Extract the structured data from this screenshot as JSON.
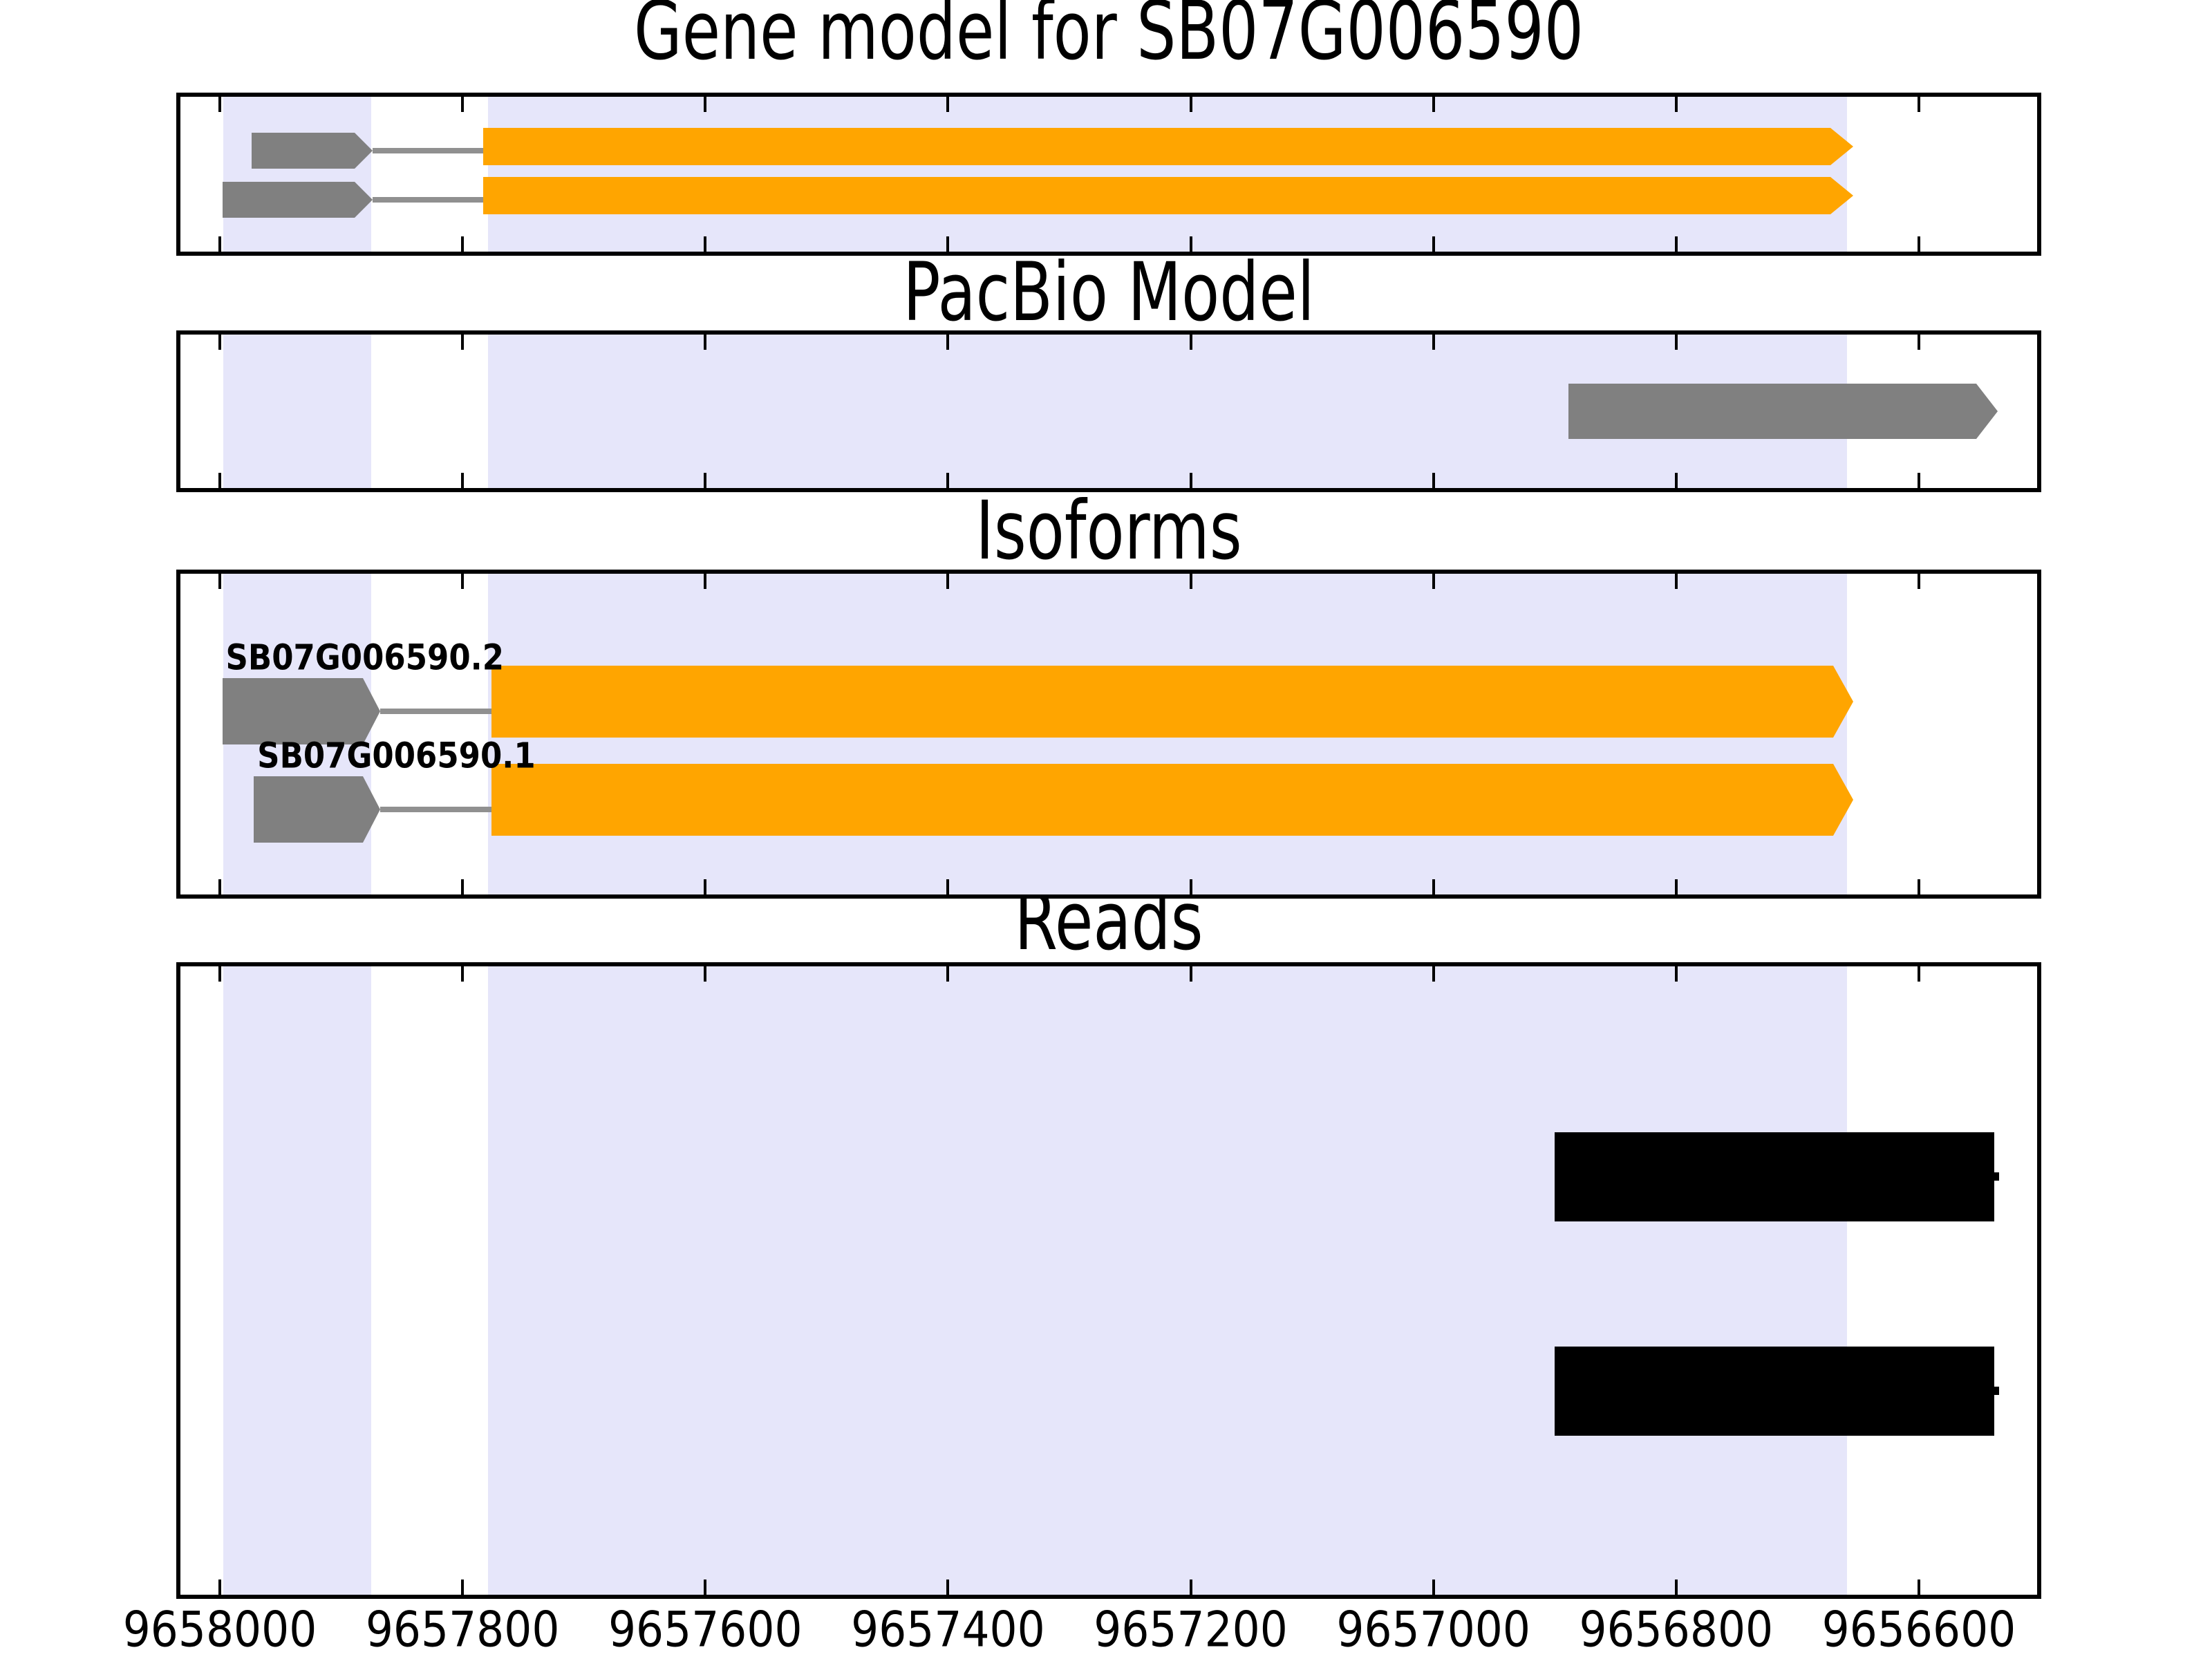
{
  "colors": {
    "exon_orange": "#FFA500",
    "utr_gray": "#808080",
    "intron_line_gray": "#909090",
    "highlight_lavender": "#E6E6FA",
    "read_black": "#000000",
    "axis_black": "#000000",
    "background": "#FFFFFF"
  },
  "chart_data": {
    "type": "genome-browser-tracks",
    "x_axis": {
      "direction": "decreasing_left_to_right",
      "xlim": [
        9658036,
        9656499
      ],
      "tick_values": [
        9658000,
        9657800,
        9657600,
        9657400,
        9657200,
        9657000,
        9656800,
        9656600
      ],
      "tick_labels": [
        "9658000",
        "9657800",
        "9657600",
        "9657400",
        "9657200",
        "9657000",
        "9656800",
        "9656600"
      ]
    },
    "highlight_regions": [
      {
        "start": 9657997,
        "end": 9657875
      },
      {
        "start": 9657779,
        "end": 9656659
      }
    ],
    "panels": [
      {
        "id": "gene_model",
        "title": "Gene model for SB07G006590",
        "kind": "transcripts",
        "features": [
          {
            "kind": "transcript",
            "label": "",
            "utr": {
              "start": 9657974,
              "end": 9657874
            },
            "exon": {
              "start": 9657783,
              "end": 9656654
            }
          },
          {
            "kind": "transcript",
            "label": "",
            "utr": {
              "start": 9657998,
              "end": 9657874
            },
            "exon": {
              "start": 9657783,
              "end": 9656654
            }
          }
        ]
      },
      {
        "id": "pacbio_model",
        "title": "PacBio Model",
        "kind": "blocks",
        "features": [
          {
            "kind": "block_arrow",
            "start": 9656889,
            "end": 9656535
          }
        ]
      },
      {
        "id": "isoforms",
        "title": "Isoforms",
        "kind": "transcripts",
        "features": [
          {
            "kind": "transcript",
            "label": "SB07G006590.2",
            "utr": {
              "start": 9657998,
              "end": 9657868
            },
            "exon": {
              "start": 9657776,
              "end": 9656654
            }
          },
          {
            "kind": "transcript",
            "label": "SB07G006590.1",
            "utr": {
              "start": 9657972,
              "end": 9657868
            },
            "exon": {
              "start": 9657776,
              "end": 9656654
            }
          }
        ]
      },
      {
        "id": "reads",
        "title": "Reads",
        "kind": "reads",
        "features": [
          {
            "kind": "read",
            "start": 9656900,
            "end": 9656538
          },
          {
            "kind": "read",
            "start": 9656900,
            "end": 9656538
          }
        ]
      }
    ]
  }
}
